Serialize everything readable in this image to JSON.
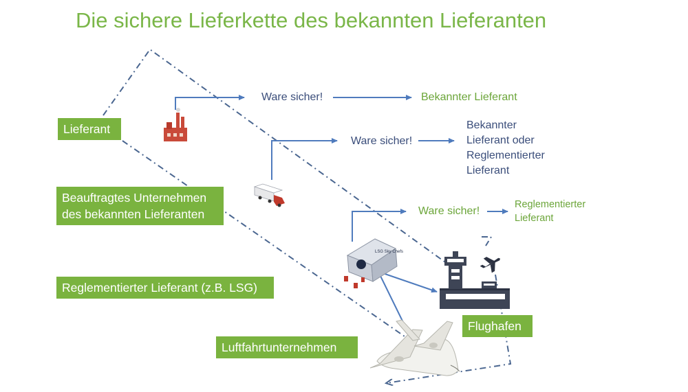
{
  "title": "Die sichere Lieferkette des bekannten Lieferanten",
  "boxes": {
    "lieferant": "Lieferant",
    "beauftragtes": "Beauftragtes Unternehmen\ndes bekannten Lieferanten",
    "reglementiert": "Reglementierter Lieferant (z.B. LSG)",
    "luftfahrt": "Luftfahrtunternehmen",
    "flughafen": "Flughafen"
  },
  "flows": [
    {
      "check": "Ware sicher!",
      "result": "Bekannter Lieferant"
    },
    {
      "check": "Ware sicher!",
      "result": "Bekannter\nLieferant oder\nReglementierter\nLieferant"
    },
    {
      "check": "Ware sicher!",
      "result": "Reglementierter\nLieferant"
    }
  ],
  "building_sign": "LSG Sky Chefs",
  "colors": {
    "title_green": "#7ab648",
    "box_green": "#7ab33f",
    "text_blue": "#3a4d7a",
    "arrow_blue": "#4f7bbd",
    "dash_blue": "#4a6690"
  },
  "icons": [
    "factory-icon",
    "truck-icon",
    "catering-building-icon",
    "airport-icon",
    "airplane-icon"
  ]
}
